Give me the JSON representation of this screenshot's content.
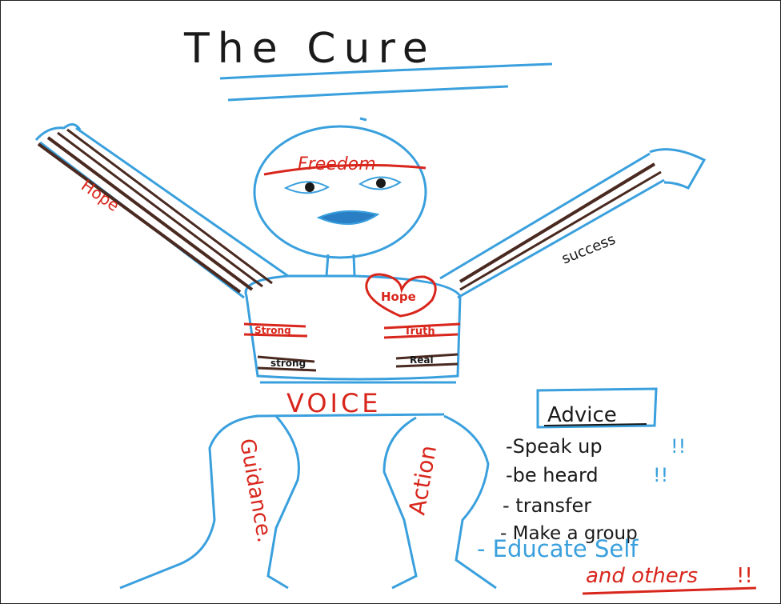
{
  "title": "The Cure",
  "labels": {
    "head": "Freedom",
    "left_arm": "Hope",
    "right_arm": "success",
    "heart": "Hope",
    "chest_left_1": "Strong",
    "chest_left_2": "strong",
    "chest_right_1": "Truth",
    "chest_right_2": "Real",
    "waist": "VOICE",
    "left_leg": "Guidance.",
    "right_leg": "Action"
  },
  "advice": {
    "heading": "Advice",
    "items": [
      {
        "text": "-Speak up",
        "mark": "!!"
      },
      {
        "text": "-be heard",
        "mark": "!!"
      },
      {
        "text": "- transfer",
        "mark": ""
      },
      {
        "text": "- Make a group",
        "mark": ""
      }
    ],
    "educate_line1": "- Educate Self",
    "educate_line2": "and others",
    "educate_mark": "!!"
  },
  "colors": {
    "ink_black": "#1a1a1a",
    "ink_blue": "#3aa0dd",
    "ink_red": "#d8261c",
    "ink_brown": "#4a2a20"
  }
}
